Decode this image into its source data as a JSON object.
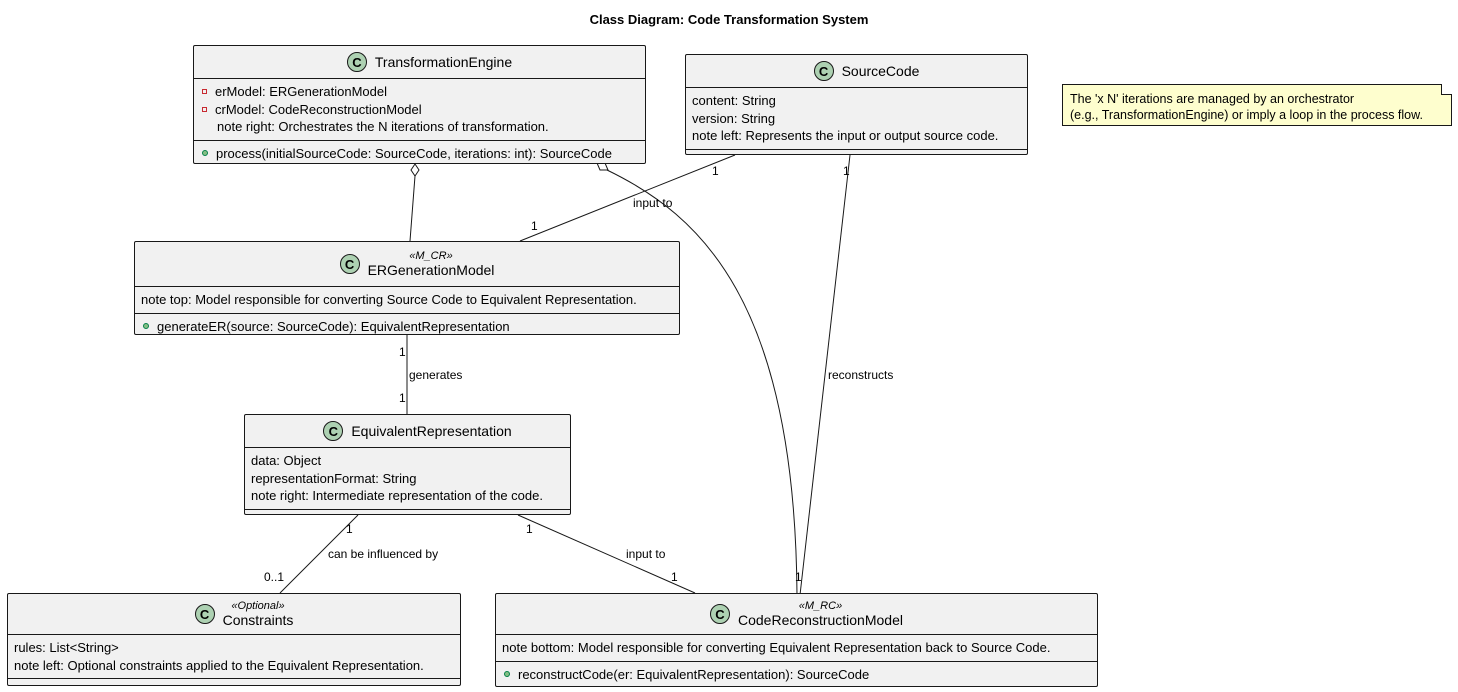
{
  "title": "Class Diagram: Code Transformation System",
  "badge_letter": "C",
  "classes": {
    "transformation_engine": {
      "name": "TransformationEngine",
      "attributes": [
        "erModel: ERGenerationModel",
        "crModel: CodeReconstructionModel",
        "note right: Orchestrates the N iterations of transformation."
      ],
      "methods": [
        "process(initialSourceCode: SourceCode, iterations: int): SourceCode"
      ]
    },
    "source_code": {
      "name": "SourceCode",
      "attributes": [
        "content: String",
        "version: String",
        "note left: Represents the input or output source code."
      ]
    },
    "er_generation_model": {
      "name": "ERGenerationModel",
      "stereotype": "«M_CR»",
      "attributes": [
        "note top: Model responsible for converting Source Code to Equivalent Representation."
      ],
      "methods": [
        "generateER(source: SourceCode): EquivalentRepresentation"
      ]
    },
    "equivalent_representation": {
      "name": "EquivalentRepresentation",
      "attributes": [
        "data: Object",
        "representationFormat: String",
        "note right: Intermediate representation of the code."
      ]
    },
    "constraints": {
      "name": "Constraints",
      "stereotype": "«Optional»",
      "attributes": [
        "rules: List<String>",
        "note left: Optional constraints applied to the Equivalent Representation."
      ]
    },
    "code_reconstruction_model": {
      "name": "CodeReconstructionModel",
      "stereotype": "«M_RC»",
      "attributes": [
        "note bottom: Model responsible for converting Equivalent Representation back to Source Code."
      ],
      "methods": [
        "reconstructCode(er: EquivalentRepresentation): SourceCode"
      ]
    }
  },
  "edges": {
    "source_to_er": {
      "label": "input to",
      "source_mult": "1",
      "target_mult": "1"
    },
    "er_generates": {
      "label": "generates",
      "source_mult": "1",
      "target_mult": "1"
    },
    "eq_constraints": {
      "label": "can be influenced by",
      "source_mult": "1",
      "target_mult": "0..1"
    },
    "eq_to_cr": {
      "label": "input to",
      "source_mult": "1",
      "target_mult": "1"
    },
    "cr_reconstructs": {
      "label": "reconstructs",
      "source_mult": "1",
      "target_mult": "1"
    }
  },
  "note": {
    "lines": [
      "The 'x N' iterations are managed by an orchestrator",
      "(e.g., TransformationEngine) or imply a loop in the process flow."
    ]
  },
  "colors": {
    "class_fill": "#f1f1f1",
    "badge_fill": "#add1b2",
    "note_fill": "#fefece",
    "line": "#181818"
  }
}
